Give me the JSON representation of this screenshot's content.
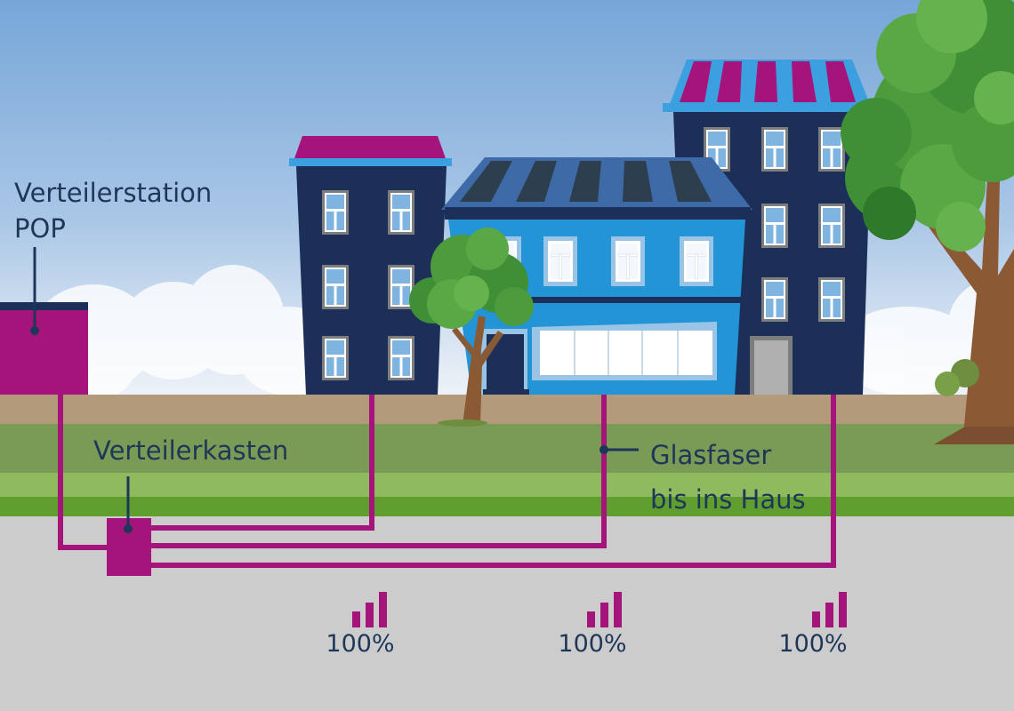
{
  "labels": {
    "pop_line1": "Verteilerstation",
    "pop_line2": "POP",
    "cabinet": "Verteilerkasten",
    "fiber_line1": "Glasfaser",
    "fiber_line2": "bis ins Haus"
  },
  "signal": [
    {
      "icon": "signal-bars-icon",
      "text": "100%"
    },
    {
      "icon": "signal-bars-icon",
      "text": "100%"
    },
    {
      "icon": "signal-bars-icon",
      "text": "100%"
    }
  ],
  "colors": {
    "sky_top": "#76a6d8",
    "sky_bottom": "#e9eef6",
    "magenta": "#a5147b",
    "navy": "#1b2f59",
    "blue_house": "#2394d6",
    "text": "#1e3658",
    "soil": "#b39a7b",
    "grass_dark": "#7a9b55",
    "grass_light": "#8fba5e",
    "grass_edge": "#5f9e2f",
    "ground": "#cccccc"
  }
}
